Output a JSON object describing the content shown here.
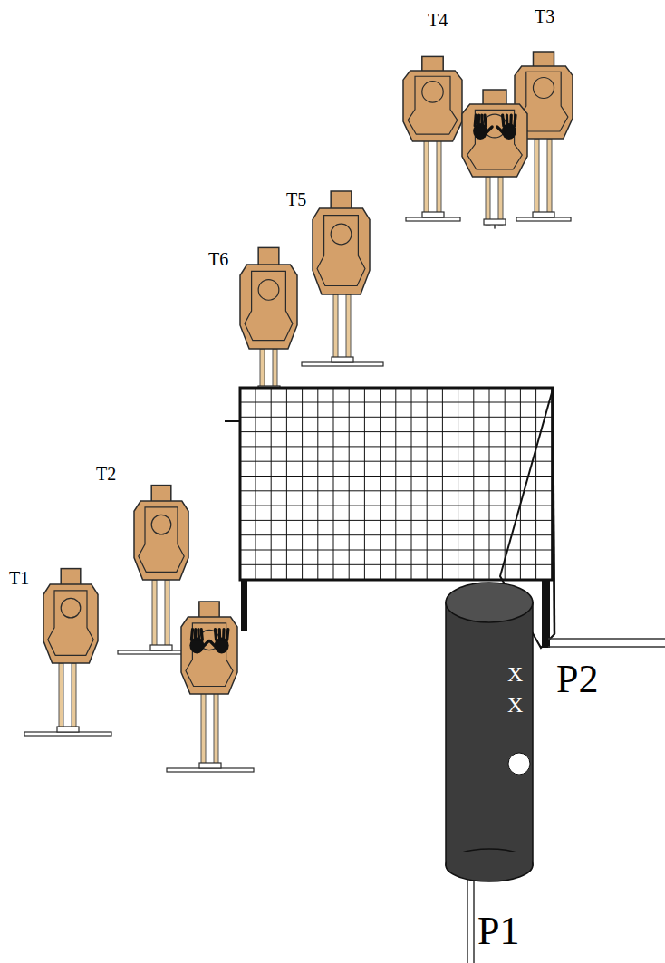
{
  "diagram": {
    "labels": [
      "T4",
      "T3",
      "T5",
      "T6",
      "T2",
      "T1",
      "X",
      "X",
      "P2",
      "P1"
    ]
  }
}
